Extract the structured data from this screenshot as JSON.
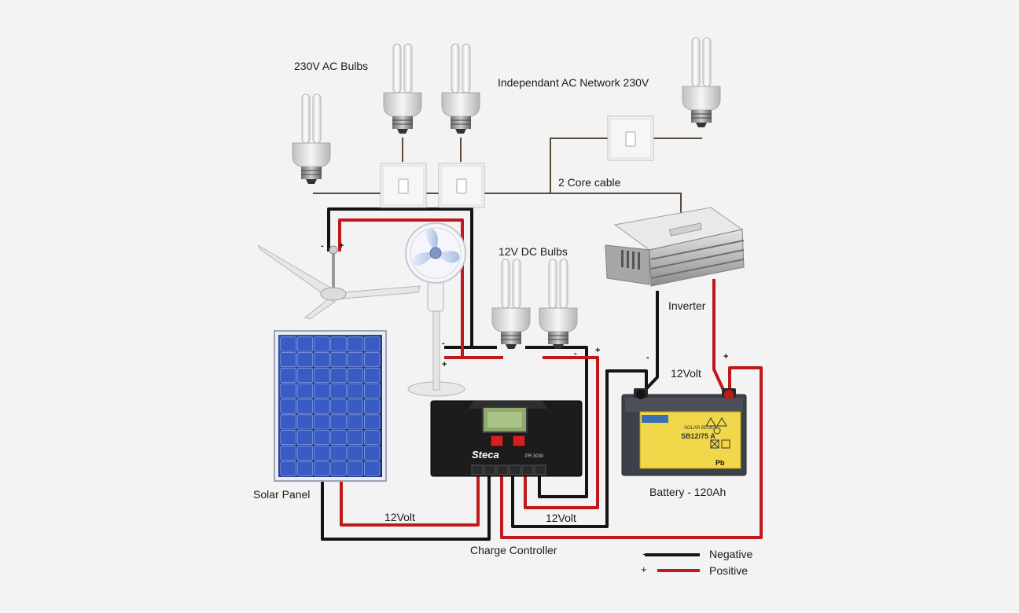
{
  "labels": {
    "ac_bulbs": "230V AC Bulbs",
    "ac_network": "Independant AC Network 230V",
    "core_cable": "2 Core cable",
    "dc_bulbs": "12V DC Bulbs",
    "inverter": "Inverter",
    "battery_voltage": "12Volt",
    "battery": "Battery - 120Ah",
    "solar_panel": "Solar Panel",
    "panel_voltage": "12Volt",
    "controller_voltage": "12Volt",
    "charge_controller": "Charge Controller"
  },
  "legend": {
    "negative_sign": "-",
    "negative_label": "Negative",
    "positive_sign": "+",
    "positive_label": "Positive"
  },
  "controller": {
    "brand": "Steca",
    "model": "PR 3030"
  },
  "battery_badge": {
    "line1": "SOLAR BLOCK",
    "line2": "SB12/75 A",
    "chem": "Pb"
  },
  "terminal_signs": {
    "minus": "-",
    "plus": "+"
  },
  "colors": {
    "negative_wire": "#141414",
    "positive_wire": "#c0191b",
    "ac_wire": "#5b4a3a",
    "background": "#f3f3f3"
  }
}
